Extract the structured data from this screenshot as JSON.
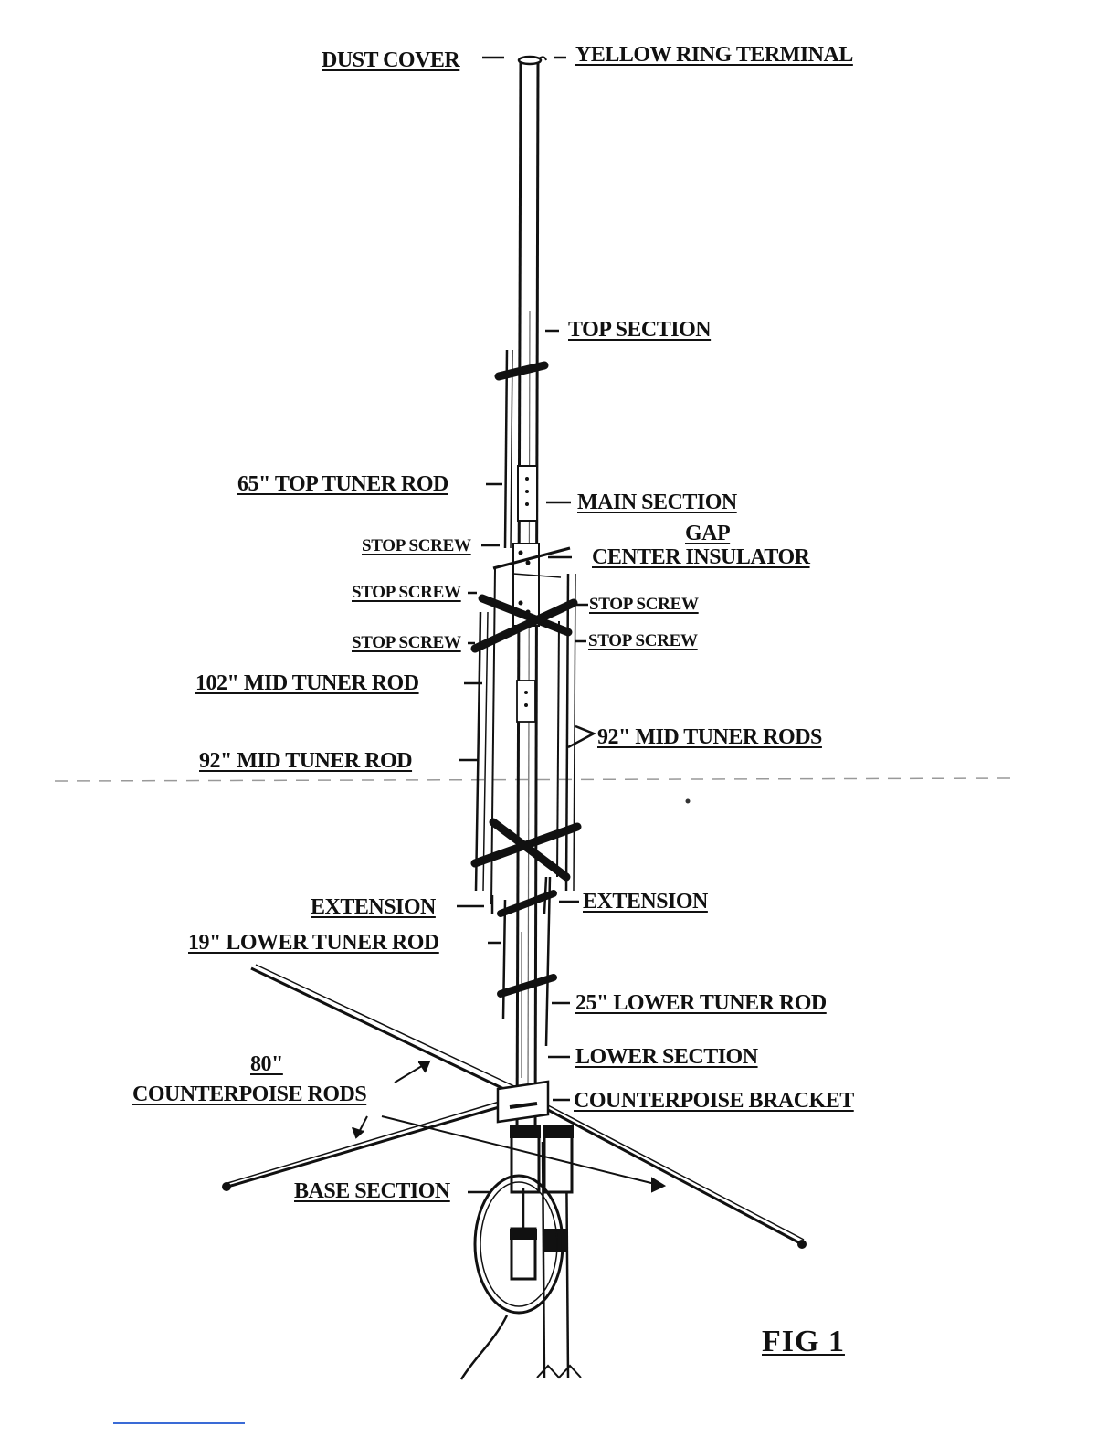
{
  "labels": {
    "dust_cover": "DUST COVER",
    "yellow_ring_terminal": "YELLOW RING TERMINAL",
    "top_section": "TOP  SECTION",
    "top_tuner_rod": "65\"  TOP TUNER ROD",
    "main_section": "MAIN SECTION",
    "gap": "GAP",
    "center_insulator": "CENTER INSULATOR",
    "stop_screw_1": "STOP SCREW",
    "stop_screw_2": "STOP SCREW",
    "stop_screw_3": "STOP SCREW",
    "stop_screw_4": "STOP SCREW",
    "stop_screw_5": "STOP SCREW",
    "mid_tuner_rod_102": "102\"  MID  TUNER  ROD",
    "mid_tuner_rods_92": "92\"  MID  TUNER  RODS",
    "mid_tuner_rod_92": "92\"  MID  TUNER  ROD",
    "extension_left": "EXTENSION",
    "extension_right": "EXTENSION",
    "lower_tuner_rod_19": "19\"  LOWER  TUNER  ROD",
    "lower_tuner_rod_25": "25\"  LOWER  TUNER ROD",
    "lower_section": "LOWER  SECTION",
    "counterpoise_length": "80\"",
    "counterpoise_rods": "COUNTERPOISE  RODS",
    "counterpoise_bracket": "COUNTERPOISE BRACKET",
    "base_section": "BASE  SECTION",
    "figure_label": "FIG  1"
  },
  "colors": {
    "ink": "#111111",
    "paper": "#ffffff"
  }
}
